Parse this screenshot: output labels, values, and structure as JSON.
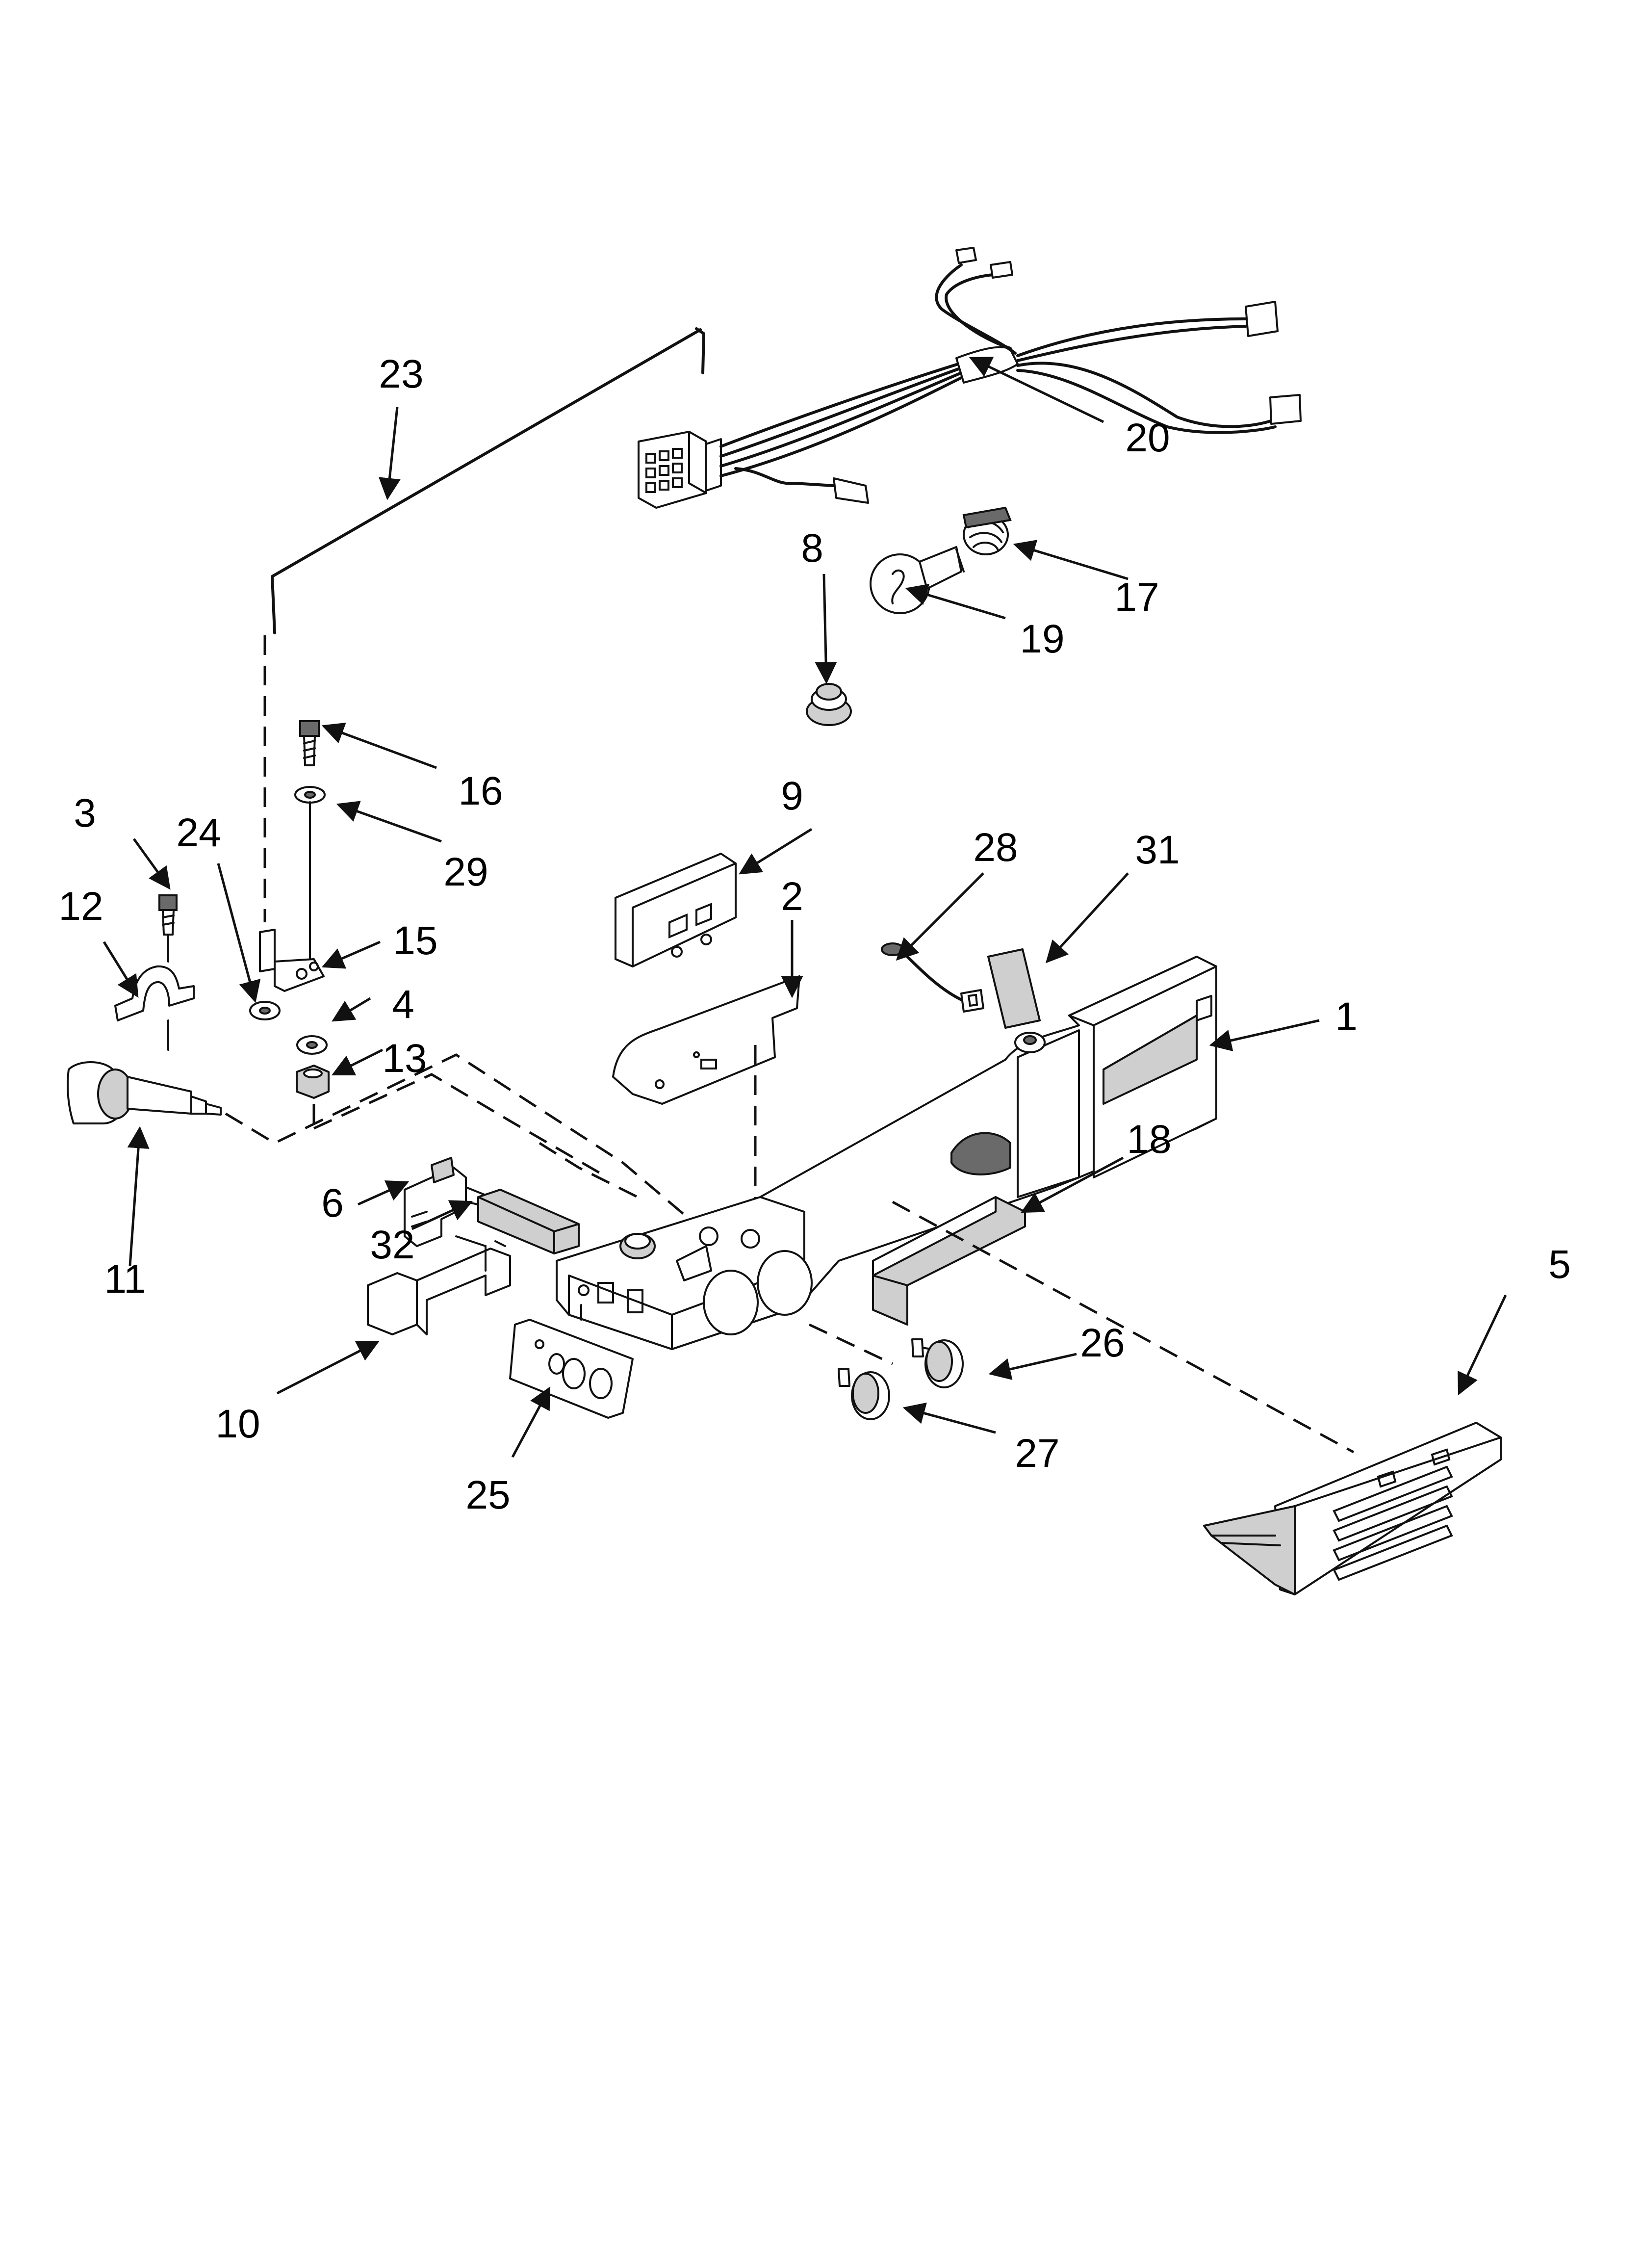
{
  "diagram": {
    "callouts": [
      {
        "id": "c1",
        "label": "1"
      },
      {
        "id": "c2",
        "label": "2"
      },
      {
        "id": "c3",
        "label": "3"
      },
      {
        "id": "c4",
        "label": "4"
      },
      {
        "id": "c5",
        "label": "5"
      },
      {
        "id": "c6",
        "label": "6"
      },
      {
        "id": "c8",
        "label": "8"
      },
      {
        "id": "c9",
        "label": "9"
      },
      {
        "id": "c10",
        "label": "10"
      },
      {
        "id": "c11",
        "label": "11"
      },
      {
        "id": "c12",
        "label": "12"
      },
      {
        "id": "c13",
        "label": "13"
      },
      {
        "id": "c15",
        "label": "15"
      },
      {
        "id": "c16",
        "label": "16"
      },
      {
        "id": "c17",
        "label": "17"
      },
      {
        "id": "c18",
        "label": "18"
      },
      {
        "id": "c19",
        "label": "19"
      },
      {
        "id": "c20",
        "label": "20"
      },
      {
        "id": "c23",
        "label": "23"
      },
      {
        "id": "c24",
        "label": "24"
      },
      {
        "id": "c25",
        "label": "25"
      },
      {
        "id": "c26",
        "label": "26"
      },
      {
        "id": "c27",
        "label": "27"
      },
      {
        "id": "c28",
        "label": "28"
      },
      {
        "id": "c29",
        "label": "29"
      },
      {
        "id": "c31",
        "label": "31"
      },
      {
        "id": "c32",
        "label": "32"
      }
    ]
  }
}
